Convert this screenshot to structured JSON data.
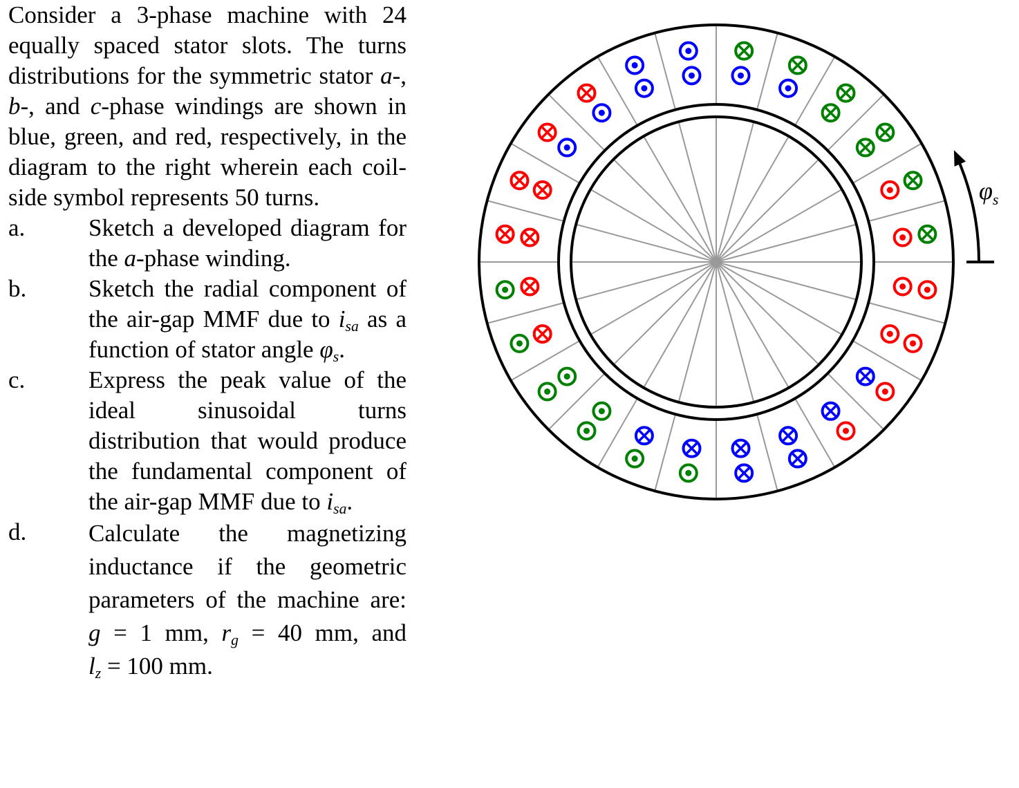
{
  "problem": {
    "intro_1": "Consider a 3-phase machine with 24 equally spaced stator slots.  The turns distributions for the symmetric stator ",
    "intro_a": "a",
    "intro_2": "-, ",
    "intro_b": "b",
    "intro_3": "-, and ",
    "intro_c": "c",
    "intro_4": "-phase windings are shown in blue, green, and red, respectively, in the diagram to the right wherein each coil-side symbol represents 50 turns.",
    "parts": {
      "a": {
        "letter": "a.",
        "text_1": "Sketch a developed diagram for the ",
        "var": "a",
        "text_2": "-phase winding."
      },
      "b": {
        "letter": "b.",
        "text_1": "Sketch the radial component of the air-gap MMF due to ",
        "i": "i",
        "sub": "sa",
        "text_2": " as a function of stator angle ",
        "phi": "φ",
        "phi_sub": "s",
        "text_3": "."
      },
      "c": {
        "letter": "c.",
        "text_1": "Express the peak value of the ideal sinusoidal turns distribution that would produce the fundamental component of the air-gap MMF due to ",
        "i": "i",
        "sub": "sa",
        "text_2": "."
      },
      "d": {
        "letter": "d.",
        "text_1": "Calculate the magnetizing inductance if the geometric parameters of the machine are: ",
        "g_var": "g",
        "g_val": " = 1 mm",
        "sep1": ", ",
        "rg_var": "r",
        "rg_sub": "g",
        "rg_val": " = 40 mm",
        "sep2": ", and ",
        "lz_var": "l",
        "lz_sub": "z",
        "lz_val": " = 100 mm",
        "end": "."
      }
    }
  },
  "diagram": {
    "angle_label": "φ",
    "angle_label_sub": "s",
    "colors": {
      "phase_a": "#0000ff",
      "phase_b": "#008000",
      "phase_c": "#ff0000",
      "outline": "#000000",
      "slot_line": "#999999"
    },
    "symbol_types": {
      "dot": "current out of page",
      "cross": "current into page"
    },
    "slots": [
      {
        "slot": 1,
        "inner": {
          "phase": "c",
          "symbol": "dot"
        },
        "outer": {
          "phase": "b",
          "symbol": "cross"
        }
      },
      {
        "slot": 2,
        "inner": {
          "phase": "c",
          "symbol": "dot"
        },
        "outer": {
          "phase": "b",
          "symbol": "cross"
        }
      },
      {
        "slot": 3,
        "inner": {
          "phase": "b",
          "symbol": "cross"
        },
        "outer": {
          "phase": "b",
          "symbol": "cross"
        }
      },
      {
        "slot": 4,
        "inner": {
          "phase": "b",
          "symbol": "cross"
        },
        "outer": {
          "phase": "b",
          "symbol": "cross"
        }
      },
      {
        "slot": 5,
        "inner": {
          "phase": "a",
          "symbol": "dot"
        },
        "outer": {
          "phase": "b",
          "symbol": "cross"
        }
      },
      {
        "slot": 6,
        "inner": {
          "phase": "a",
          "symbol": "dot"
        },
        "outer": {
          "phase": "b",
          "symbol": "cross"
        }
      },
      {
        "slot": 7,
        "inner": {
          "phase": "a",
          "symbol": "dot"
        },
        "outer": {
          "phase": "a",
          "symbol": "dot"
        }
      },
      {
        "slot": 8,
        "inner": {
          "phase": "a",
          "symbol": "dot"
        },
        "outer": {
          "phase": "a",
          "symbol": "dot"
        }
      },
      {
        "slot": 9,
        "inner": {
          "phase": "a",
          "symbol": "dot"
        },
        "outer": {
          "phase": "c",
          "symbol": "cross"
        }
      },
      {
        "slot": 10,
        "inner": {
          "phase": "a",
          "symbol": "dot"
        },
        "outer": {
          "phase": "c",
          "symbol": "cross"
        }
      },
      {
        "slot": 11,
        "inner": {
          "phase": "c",
          "symbol": "cross"
        },
        "outer": {
          "phase": "c",
          "symbol": "cross"
        }
      },
      {
        "slot": 12,
        "inner": {
          "phase": "c",
          "symbol": "cross"
        },
        "outer": {
          "phase": "c",
          "symbol": "cross"
        }
      },
      {
        "slot": 13,
        "inner": {
          "phase": "c",
          "symbol": "cross"
        },
        "outer": {
          "phase": "b",
          "symbol": "dot"
        }
      },
      {
        "slot": 14,
        "inner": {
          "phase": "c",
          "symbol": "cross"
        },
        "outer": {
          "phase": "b",
          "symbol": "dot"
        }
      },
      {
        "slot": 15,
        "inner": {
          "phase": "b",
          "symbol": "dot"
        },
        "outer": {
          "phase": "b",
          "symbol": "dot"
        }
      },
      {
        "slot": 16,
        "inner": {
          "phase": "b",
          "symbol": "dot"
        },
        "outer": {
          "phase": "b",
          "symbol": "dot"
        }
      },
      {
        "slot": 17,
        "inner": {
          "phase": "a",
          "symbol": "cross"
        },
        "outer": {
          "phase": "b",
          "symbol": "dot"
        }
      },
      {
        "slot": 18,
        "inner": {
          "phase": "a",
          "symbol": "cross"
        },
        "outer": {
          "phase": "b",
          "symbol": "dot"
        }
      },
      {
        "slot": 19,
        "inner": {
          "phase": "a",
          "symbol": "cross"
        },
        "outer": {
          "phase": "a",
          "symbol": "cross"
        }
      },
      {
        "slot": 20,
        "inner": {
          "phase": "a",
          "symbol": "cross"
        },
        "outer": {
          "phase": "a",
          "symbol": "cross"
        }
      },
      {
        "slot": 21,
        "inner": {
          "phase": "a",
          "symbol": "cross"
        },
        "outer": {
          "phase": "c",
          "symbol": "dot"
        }
      },
      {
        "slot": 22,
        "inner": {
          "phase": "a",
          "symbol": "cross"
        },
        "outer": {
          "phase": "c",
          "symbol": "dot"
        }
      },
      {
        "slot": 23,
        "inner": {
          "phase": "c",
          "symbol": "dot"
        },
        "outer": {
          "phase": "c",
          "symbol": "dot"
        }
      },
      {
        "slot": 24,
        "inner": {
          "phase": "c",
          "symbol": "dot"
        },
        "outer": {
          "phase": "c",
          "symbol": "dot"
        }
      }
    ]
  }
}
